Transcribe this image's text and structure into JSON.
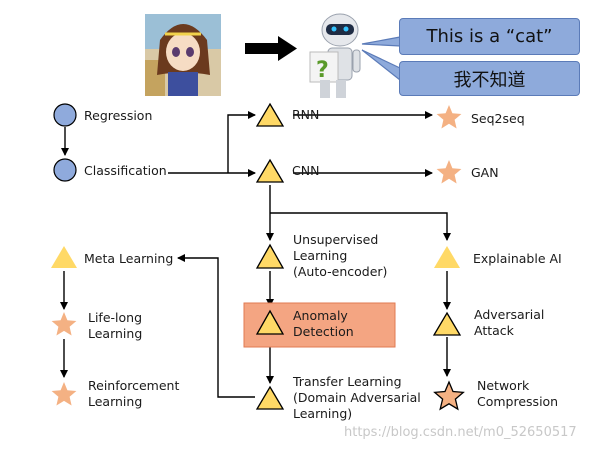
{
  "top": {
    "bubble_english": "This is a  “cat”",
    "bubble_chinese": "我不知道",
    "robot_question_mark": "?"
  },
  "nodes": {
    "regression": "Regression",
    "classification": "Classification",
    "rnn": "RNN",
    "cnn": "CNN",
    "seq2seq": "Seq2seq",
    "gan": "GAN",
    "unsupervised": "Unsupervised\nLearning\n(Auto-encoder)",
    "explainable": "Explainable AI",
    "meta": "Meta Learning",
    "anomaly": "Anomaly\nDetection",
    "adversarial_attack": "Adversarial\nAttack",
    "lifelong": "Life-long\nLearning",
    "reinforcement": "Reinforcement\nLearning",
    "transfer": "Transfer Learning\n(Domain Adversarial\nLearning)",
    "network_compression": "Network\nCompression"
  },
  "watermark": "https://blog.csdn.net/m0_52650517",
  "colors": {
    "circle_fill": "#8faadc",
    "triangle_fill": "#ffd966",
    "star_fill": "#f4b183",
    "anomaly_box": "#f4a582",
    "bubble_fill": "#8eaadb"
  }
}
